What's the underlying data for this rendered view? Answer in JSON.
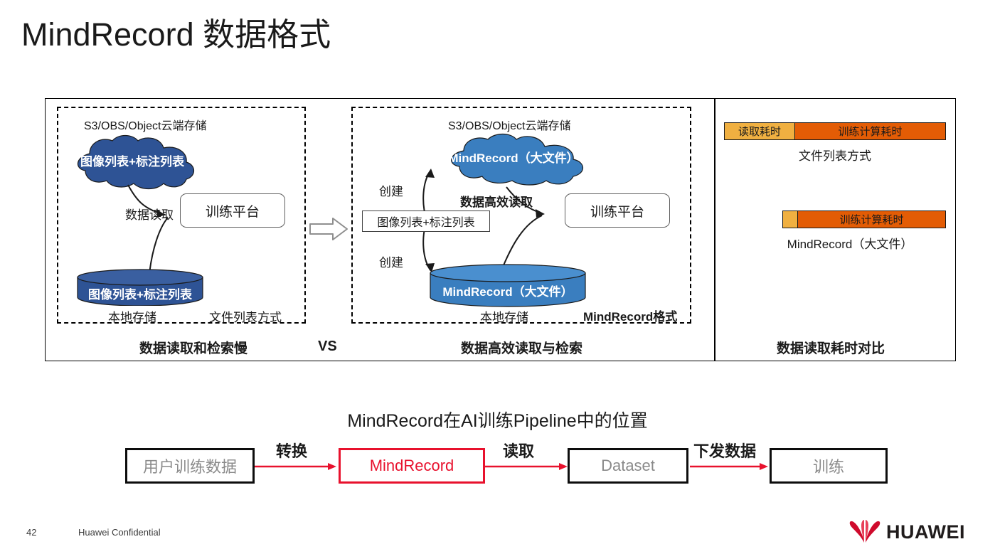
{
  "slide": {
    "title": "MindRecord 数据格式"
  },
  "compare_panel": {
    "left": {
      "cloud_storage_label": "S3/OBS/Object云端存储",
      "cloud_text": "图像列表+标注列表",
      "cylinder_text": "图像列表+标注列表",
      "arrow_label": "数据读取",
      "platform_label": "训练平台",
      "local_storage_label": "本地存储",
      "mode_label": "文件列表方式",
      "caption": "数据读取和检索慢"
    },
    "vs_label": "VS",
    "right": {
      "cloud_storage_label": "S3/OBS/Object云端存储",
      "cloud_text": "MindRecord（大文件）",
      "cylinder_text": "MindRecord（大文件）",
      "create_label_top": "创建",
      "create_label_bottom": "创建",
      "list_box_label": "图像列表+标注列表",
      "read_label": "数据高效读取",
      "platform_label": "训练平台",
      "local_storage_label": "本地存储",
      "format_label": "MindRecord格式",
      "caption": "数据高效读取与检索"
    }
  },
  "timing_panel": {
    "caption": "数据读取耗时对比",
    "colors": {
      "read": "#F0B041",
      "train": "#E35C05"
    },
    "rows": [
      {
        "read_label": "读取耗时",
        "train_label": "训练计算耗时",
        "caption": "文件列表方式"
      },
      {
        "read_label": "",
        "train_label": "训练计算耗时",
        "caption": "MindRecord（大文件）"
      }
    ]
  },
  "chart_data": {
    "type": "bar",
    "title": "数据读取耗时对比",
    "orientation": "horizontal-stacked",
    "categories": [
      "文件列表方式",
      "MindRecord（大文件）"
    ],
    "series": [
      {
        "name": "读取耗时",
        "values": [
          32,
          8
        ],
        "color": "#F0B041"
      },
      {
        "name": "训练计算耗时",
        "values": [
          68,
          92
        ],
        "color": "#E35C05"
      }
    ],
    "unit": "%",
    "xlabel": "",
    "ylabel": "",
    "grid": false,
    "legend": "inline-segment-labels"
  },
  "pipeline": {
    "title": "MindRecord在AI训练Pipeline中的位置",
    "nodes": [
      {
        "label": "用户训练数据",
        "style": "dark"
      },
      {
        "label": "MindRecord",
        "style": "accent"
      },
      {
        "label": "Dataset",
        "style": "dark"
      },
      {
        "label": "训练",
        "style": "dark"
      }
    ],
    "arrow_labels": [
      "转换",
      "读取",
      "下发数据"
    ],
    "accent_color": "#E8112D"
  },
  "footer": {
    "page_number": "42",
    "confidential": "Huawei Confidential",
    "brand": "HUAWEI"
  }
}
